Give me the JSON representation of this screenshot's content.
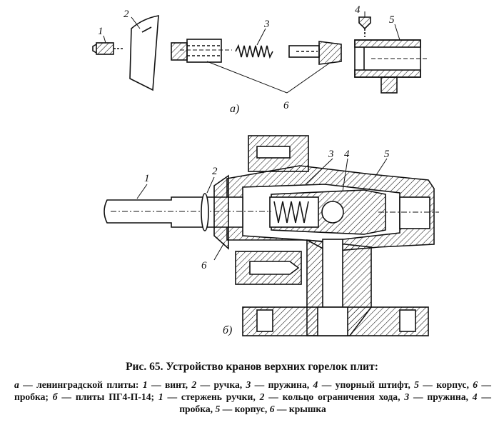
{
  "labels_a": [
    "1",
    "2",
    "3",
    "4",
    "5",
    "6"
  ],
  "sub_a": "а)",
  "labels_b": [
    "1",
    "2",
    "3",
    "4",
    "5",
    "6"
  ],
  "sub_b": "б)",
  "caption": "Рис. 65. Устройство кранов верхних горелок плит:",
  "legend": {
    "a_letter": "а",
    "a_head": " — ленинградской плиты: ",
    "a_items": [
      {
        "n": "1",
        "t": " — винт, "
      },
      {
        "n": "2",
        "t": " — ручка, "
      },
      {
        "n": "3",
        "t": " — пружина, "
      },
      {
        "n": "4",
        "t": " — упорный штифт, "
      },
      {
        "n": "5",
        "t": " — корпус, "
      },
      {
        "n": "6",
        "t": " — пробка; "
      }
    ],
    "b_letter": "б",
    "b_head": " — плиты ПГ4-П-14; ",
    "b_items": [
      {
        "n": "1",
        "t": " — стержень ручки, "
      },
      {
        "n": "2",
        "t": " — кольцо ограничения хода, "
      },
      {
        "n": "3",
        "t": " — пружина, "
      },
      {
        "n": "4",
        "t": " — пробка, "
      },
      {
        "n": "5",
        "t": " — корпус, "
      },
      {
        "n": "6",
        "t": " — крышка"
      }
    ]
  }
}
